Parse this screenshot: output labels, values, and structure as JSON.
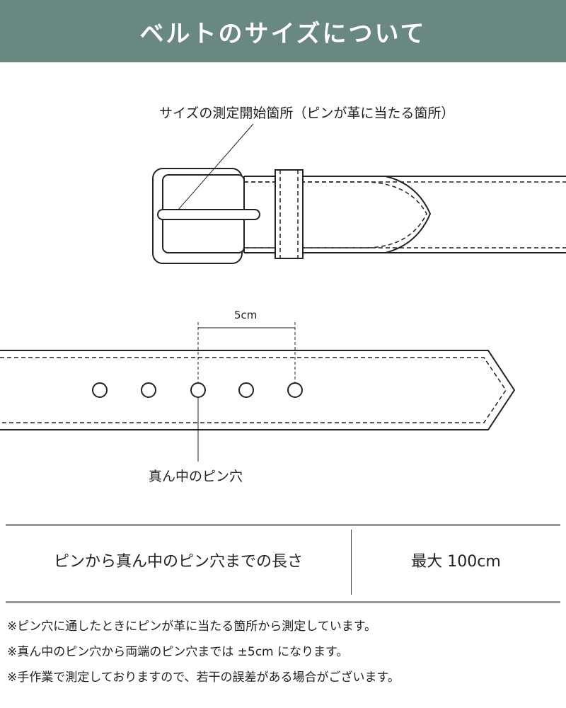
{
  "header": {
    "title": "ベルトのサイズについて"
  },
  "diagram": {
    "measure_point_label": "サイズの測定開始箇所（ピンが革に当たる箇所）",
    "hole_spacing_label": "5cm",
    "center_hole_label": "真ん中のピン穴"
  },
  "table": {
    "label": "ピンから真ん中のピン穴までの長さ",
    "value": "最大 100cm"
  },
  "notes": [
    "※ピン穴に通したときにピンが革に当たる箇所から測定しています。",
    "※真ん中のピン穴から両端のピン穴までは ±5cm になります。",
    "※手作業で測定しておりますので、若干の誤差がある場合がございます。"
  ],
  "colors": {
    "header_bg": "#6a8882"
  }
}
